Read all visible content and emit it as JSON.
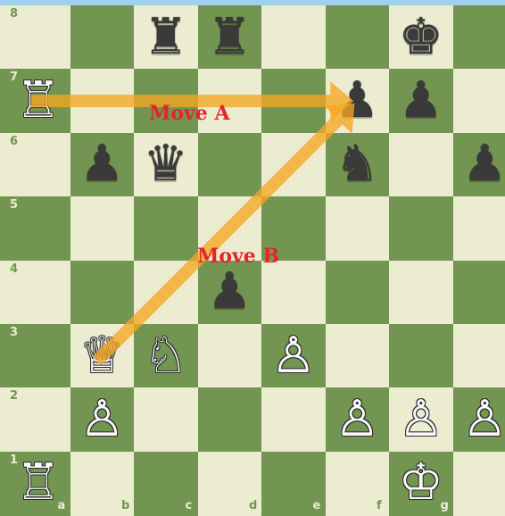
{
  "board": {
    "files": [
      "a",
      "b",
      "c",
      "d",
      "e",
      "f",
      "g",
      "h"
    ],
    "ranks": [
      "8",
      "7",
      "6",
      "5",
      "4",
      "3",
      "2",
      "1"
    ],
    "colors": {
      "light": "#ebecd0",
      "dark": "#739552"
    },
    "visible_file_labels": [
      "a",
      "b",
      "c",
      "d",
      "e",
      "f",
      "g"
    ],
    "pieces": [
      {
        "square": "c8",
        "color": "black",
        "type": "rook",
        "glyph": "♜"
      },
      {
        "square": "d8",
        "color": "black",
        "type": "rook",
        "glyph": "♜"
      },
      {
        "square": "g8",
        "color": "black",
        "type": "king",
        "glyph": "♚"
      },
      {
        "square": "a7",
        "color": "white",
        "type": "rook",
        "glyph": "♖"
      },
      {
        "square": "f7",
        "color": "black",
        "type": "pawn",
        "glyph": "♟"
      },
      {
        "square": "g7",
        "color": "black",
        "type": "pawn",
        "glyph": "♟"
      },
      {
        "square": "b6",
        "color": "black",
        "type": "pawn",
        "glyph": "♟"
      },
      {
        "square": "c6",
        "color": "black",
        "type": "queen",
        "glyph": "♛"
      },
      {
        "square": "f6",
        "color": "black",
        "type": "knight",
        "glyph": "♞"
      },
      {
        "square": "h6",
        "color": "black",
        "type": "pawn",
        "glyph": "♟"
      },
      {
        "square": "d4",
        "color": "black",
        "type": "pawn",
        "glyph": "♟"
      },
      {
        "square": "b3",
        "color": "white",
        "type": "queen",
        "glyph": "♕"
      },
      {
        "square": "c3",
        "color": "white",
        "type": "knight",
        "glyph": "♘"
      },
      {
        "square": "e3",
        "color": "white",
        "type": "pawn",
        "glyph": "♙"
      },
      {
        "square": "b2",
        "color": "white",
        "type": "pawn",
        "glyph": "♙"
      },
      {
        "square": "f2",
        "color": "white",
        "type": "pawn",
        "glyph": "♙"
      },
      {
        "square": "g2",
        "color": "white",
        "type": "pawn",
        "glyph": "♙"
      },
      {
        "square": "h2",
        "color": "white",
        "type": "pawn",
        "glyph": "♙"
      },
      {
        "square": "a1",
        "color": "white",
        "type": "rook",
        "glyph": "♖"
      },
      {
        "square": "g1",
        "color": "white",
        "type": "king",
        "glyph": "♔"
      }
    ]
  },
  "arrows": [
    {
      "id": "move-a",
      "label": "Move A",
      "from": "a7",
      "to": "f7",
      "color": "#f5a623"
    },
    {
      "id": "move-b",
      "label": "Move B",
      "from": "b3",
      "to": "f7",
      "color": "#f5a623"
    }
  ],
  "label_color": "#e4252b"
}
